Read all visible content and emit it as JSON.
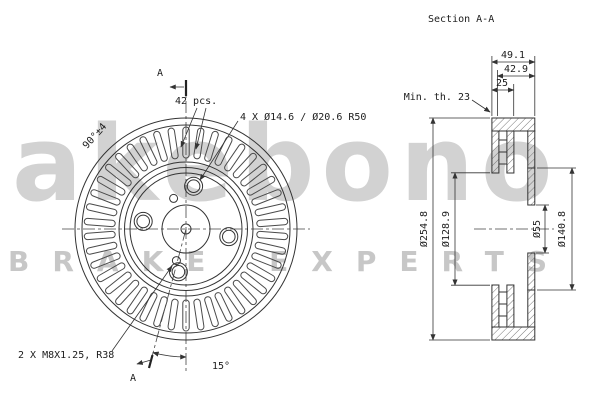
{
  "section_title": "Section A-A",
  "watermark": {
    "logo": "akebono",
    "tagline": "BRAKE EXPERTS"
  },
  "front_view": {
    "slots_label": "42 pcs.",
    "bolt_holes_label": "4 X Ø14.6 / Ø20.6 R50",
    "angle_label": "90°±4",
    "tapped_holes_label": "2 X M8X1.25, R38",
    "section_angle_label": "15°",
    "section_marker": "A"
  },
  "section_view": {
    "overall_width": "49.1",
    "hat_depth": "42.9",
    "ring_thickness": "25",
    "min_thickness": "Min. th. 23",
    "outer_diameter": "Ø254.8",
    "inner_diameter": "Ø128.9",
    "bore_diameter": "Ø55",
    "flange_diameter": "Ø140.8"
  }
}
